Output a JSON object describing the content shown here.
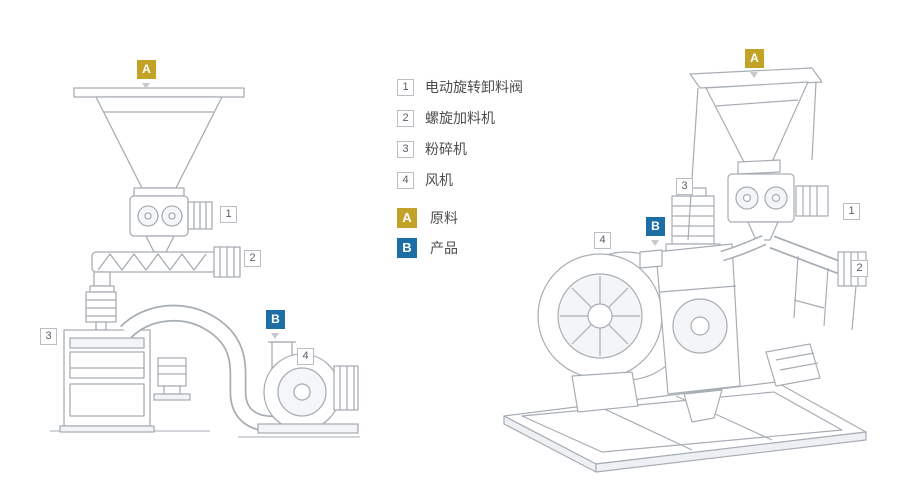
{
  "colors": {
    "background": "#ffffff",
    "badge_a_gold": "#c2a227",
    "badge_b_blue": "#1e6ea6",
    "drawing_line": "#a7adb5",
    "marker_border": "#b9bec5",
    "text": "#4d4d4d"
  },
  "legend": {
    "items": [
      {
        "num": "1",
        "label": "电动旋转卸料阀"
      },
      {
        "num": "2",
        "label": "螺旋加料机"
      },
      {
        "num": "3",
        "label": "粉碎机"
      },
      {
        "num": "4",
        "label": "风机"
      }
    ],
    "badge_a": {
      "key": "A",
      "label": "原料"
    },
    "badge_b": {
      "key": "B",
      "label": "产品"
    }
  }
}
